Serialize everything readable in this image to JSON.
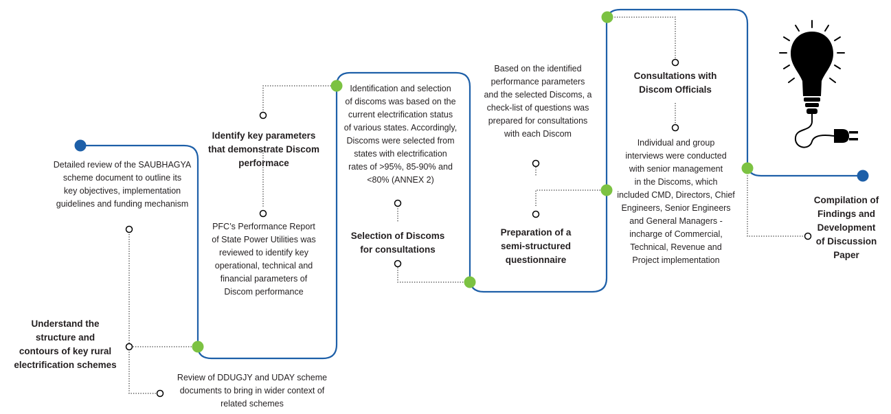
{
  "colors": {
    "path": "#1d5fa8",
    "node": "#7cc242",
    "endpoint": "#1d5fa8",
    "dotted": "#333333",
    "bulb": "#000000"
  },
  "stages": [
    {
      "heading": "Understand the\nstructure and\ncontours of key rural\nelectrification schemes",
      "notes": [
        "Detailed review of the SAUBHAGYA\nscheme document to outline its\nkey objectives, implementation\nguidelines and funding mechanism",
        "Review of DDUGJY and UDAY scheme\ndocuments to bring in wider context of\nrelated schemes"
      ]
    },
    {
      "heading": "Identify key parameters\nthat demonstrate Discom\nperformace",
      "notes": [
        "PFC’s Performance Report\nof State Power Utilities was\nreviewed to identify key\noperational, technical and\nfinancial parameters of\nDiscom performance"
      ]
    },
    {
      "heading": "Selection of Discoms\nfor consultations",
      "notes": [
        "Identification and selection\nof discoms was based on the\ncurrent electrification status\nof various states. Accordingly,\nDiscoms were selected from\nstates with electrification\nrates of >95%, 85-90% and\n<80% (ANNEX 2)"
      ]
    },
    {
      "heading": "Preparation of  a\nsemi-structured\nquestionnaire",
      "notes": [
        "Based on the identified\nperformance parameters\nand the selected Discoms, a\ncheck-list of questions was\nprepared for consultations\nwith each Discom"
      ]
    },
    {
      "heading": "Consultations with\nDiscom Officials",
      "notes": [
        "Individual and group\ninterviews were conducted\nwith senior management\nin the Discoms, which\nincluded CMD, Directors, Chief\nEngineers, Senior Engineers\nand General Managers -\nincharge of Commercial,\nTechnical, Revenue and\nProject implementation"
      ]
    },
    {
      "heading": "Compilation of\nFindings and\nDevelopment\nof Discussion\nPaper",
      "notes": []
    }
  ],
  "icons": {
    "lightbulb": "lightbulb-icon",
    "plug": "plug-icon"
  }
}
